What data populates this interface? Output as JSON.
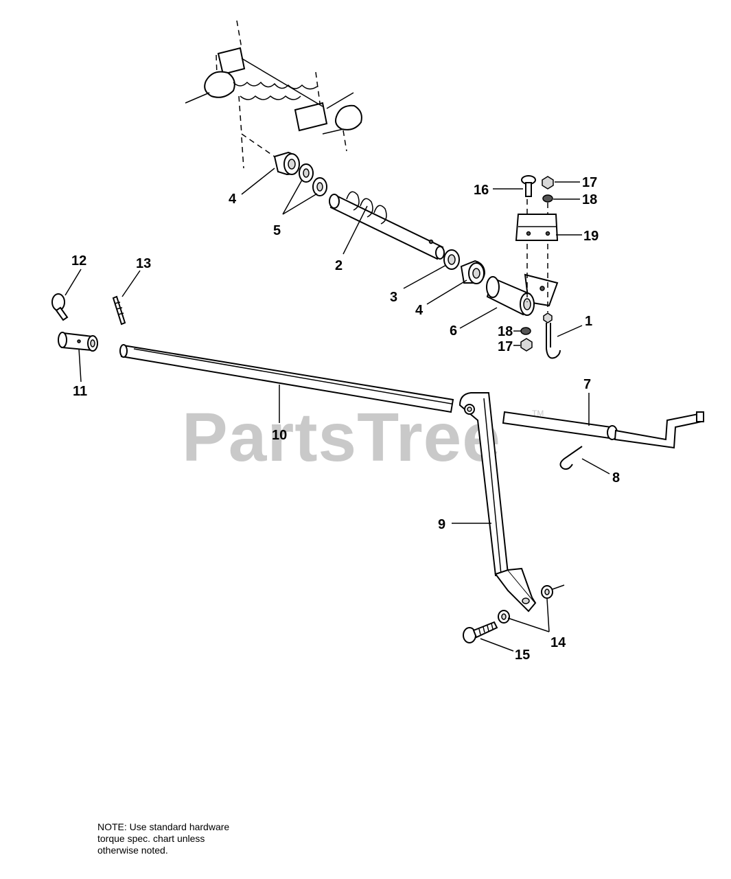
{
  "watermark": {
    "text": "PartsTree",
    "tm": "TM"
  },
  "note": {
    "lines": [
      "NOTE: Use standard hardware",
      "torque spec. chart unless",
      "otherwise noted."
    ]
  },
  "callouts": {
    "c1": "1",
    "c2": "2",
    "c3": "3",
    "c4a": "4",
    "c4b": "4",
    "c5": "5",
    "c6": "6",
    "c7": "7",
    "c8": "8",
    "c9": "9",
    "c10": "10",
    "c11": "11",
    "c12": "12",
    "c13": "13",
    "c14": "14",
    "c15": "15",
    "c16": "16",
    "c17a": "17",
    "c17b": "17",
    "c18a": "18",
    "c18b": "18",
    "c19": "19"
  }
}
